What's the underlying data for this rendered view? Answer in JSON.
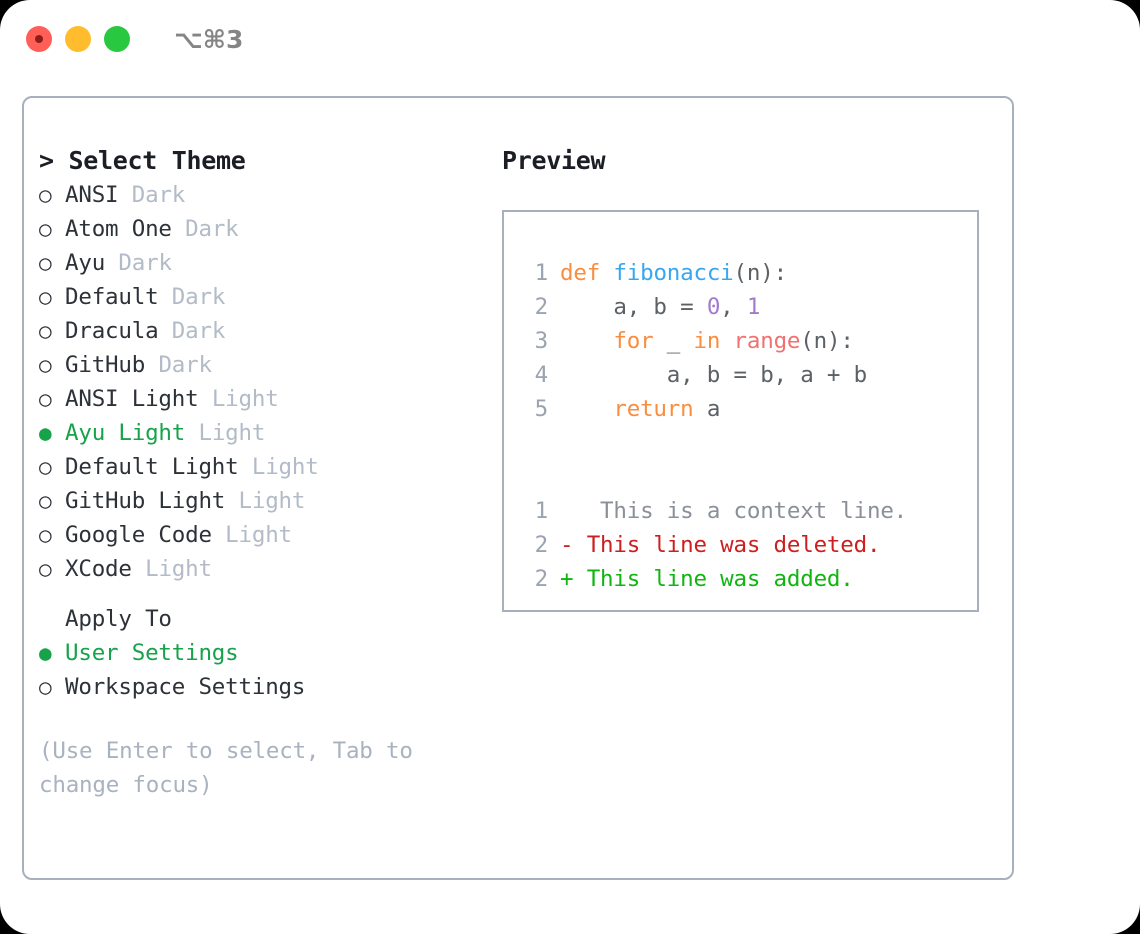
{
  "titlebar": {
    "shortcut": "⌥⌘3",
    "lights": [
      "close",
      "minimize",
      "maximize"
    ]
  },
  "theme_picker": {
    "heading": "> Select Theme",
    "selected_bullet": "●",
    "unselected_bullet": "○",
    "items": [
      {
        "bullet": "○",
        "name": "ANSI",
        "tag": "Dark",
        "selected": false
      },
      {
        "bullet": "○",
        "name": "Atom One",
        "tag": "Dark",
        "selected": false
      },
      {
        "bullet": "○",
        "name": "Ayu",
        "tag": "Dark",
        "selected": false
      },
      {
        "bullet": "○",
        "name": "Default",
        "tag": "Dark",
        "selected": false
      },
      {
        "bullet": "○",
        "name": "Dracula",
        "tag": "Dark",
        "selected": false
      },
      {
        "bullet": "○",
        "name": "GitHub",
        "tag": "Dark",
        "selected": false
      },
      {
        "bullet": "○",
        "name": "ANSI Light",
        "tag": "Light",
        "selected": false
      },
      {
        "bullet": "●",
        "name": "Ayu Light",
        "tag": "Light",
        "selected": true
      },
      {
        "bullet": "○",
        "name": "Default Light",
        "tag": "Light",
        "selected": false
      },
      {
        "bullet": "○",
        "name": "GitHub Light",
        "tag": "Light",
        "selected": false
      },
      {
        "bullet": "○",
        "name": "Google Code",
        "tag": "Light",
        "selected": false
      },
      {
        "bullet": "○",
        "name": "XCode",
        "tag": "Light",
        "selected": false
      }
    ]
  },
  "apply_to": {
    "heading": "Apply To",
    "items": [
      {
        "bullet": "●",
        "name": "User Settings",
        "selected": true
      },
      {
        "bullet": "○",
        "name": "Workspace Settings",
        "selected": false
      }
    ]
  },
  "hint": "(Use Enter to select, Tab to change focus)",
  "preview": {
    "title": "Preview",
    "code_lines": [
      {
        "no": "1",
        "tokens": [
          {
            "t": "def",
            "c": "kw"
          },
          {
            "t": " ",
            "c": "plain"
          },
          {
            "t": "fibonacci",
            "c": "fn"
          },
          {
            "t": "(n):",
            "c": "punct"
          }
        ]
      },
      {
        "no": "2",
        "tokens": [
          {
            "t": "    a, b = ",
            "c": "plain"
          },
          {
            "t": "0",
            "c": "num"
          },
          {
            "t": ", ",
            "c": "plain"
          },
          {
            "t": "1",
            "c": "num"
          }
        ]
      },
      {
        "no": "3",
        "tokens": [
          {
            "t": "    ",
            "c": "plain"
          },
          {
            "t": "for",
            "c": "kw"
          },
          {
            "t": " _ ",
            "c": "plain"
          },
          {
            "t": "in",
            "c": "kw"
          },
          {
            "t": " ",
            "c": "plain"
          },
          {
            "t": "range",
            "c": "bi"
          },
          {
            "t": "(n):",
            "c": "punct"
          }
        ]
      },
      {
        "no": "4",
        "tokens": [
          {
            "t": "        a, b = b, a + b",
            "c": "plain"
          }
        ]
      },
      {
        "no": "5",
        "tokens": [
          {
            "t": "    ",
            "c": "plain"
          },
          {
            "t": "return",
            "c": "kw"
          },
          {
            "t": " a",
            "c": "plain"
          }
        ]
      }
    ],
    "diff_lines": [
      {
        "no": "1",
        "marker": " ",
        "text": "  This is a context line.",
        "kind": "ctx"
      },
      {
        "no": "2",
        "marker": "-",
        "text": " This line was deleted.",
        "kind": "del"
      },
      {
        "no": "2",
        "marker": "+",
        "text": " This line was added.",
        "kind": "add"
      }
    ]
  },
  "colors": {
    "accent_green": "#16a34a",
    "border": "#a7b0bd",
    "muted": "#b2bbc7",
    "hint": "#a9b2bf",
    "keyword": "#fa8d3e",
    "function": "#39a7f0",
    "number": "#a37acc",
    "builtin": "#f07171",
    "diff_added": "#10b510",
    "diff_deleted": "#cc1f1f",
    "light_red": "#ff5f57",
    "light_yellow": "#ffbd2e",
    "light_green": "#28c840"
  }
}
